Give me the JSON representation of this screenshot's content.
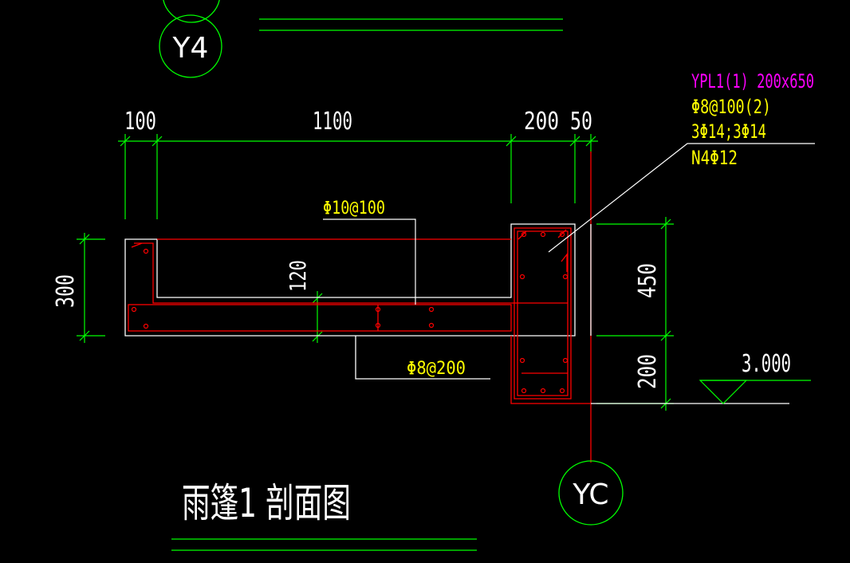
{
  "colors": {
    "background": "#000000",
    "dimension": "#00ff00",
    "concrete": "#ffffff",
    "rebar": "#ff0000",
    "note": "#ffff00",
    "beam_label": "#ff00ff",
    "axis_circle": "#00ff00",
    "axis_line": "#ff0000"
  },
  "axes": {
    "top": "Y4",
    "bottom": "YC"
  },
  "dimensions": {
    "top": [
      "100",
      "1100",
      "200",
      "50"
    ],
    "left": "300",
    "slab_thickness": "120",
    "right": [
      "450",
      "200"
    ]
  },
  "beam_callout": {
    "name": "YPL1(1) 200x650",
    "stirrups": "Φ8@100(2)",
    "longitudinal": "3Φ14;3Φ14",
    "side_bars": "N4Φ12"
  },
  "rebar_notes": {
    "top_bar": "Φ10@100",
    "distribution_bar": "Φ8@200"
  },
  "elevation": "3.000",
  "title": "雨篷1 剖面图"
}
